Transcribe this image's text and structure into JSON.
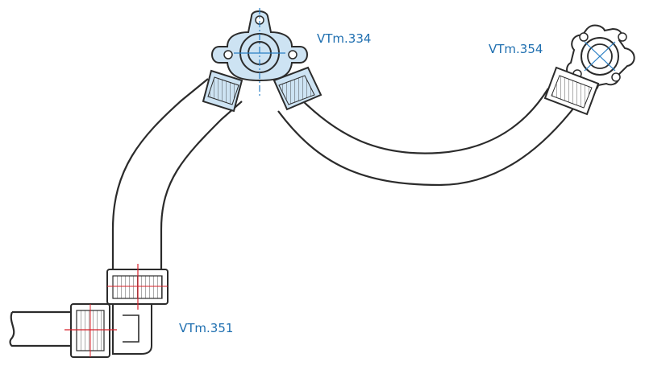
{
  "diagram": {
    "labels": {
      "fitting_334": "VTm.334",
      "fitting_354": "VTm.354",
      "fitting_351": "VTm.351"
    }
  },
  "colors": {
    "outline": "#2b2b2b",
    "highlight_fill": "#cde3f3",
    "label_text": "#1f6fb0",
    "centerline_blue": "#2a7fc4",
    "centerline_red": "#d8202a"
  }
}
